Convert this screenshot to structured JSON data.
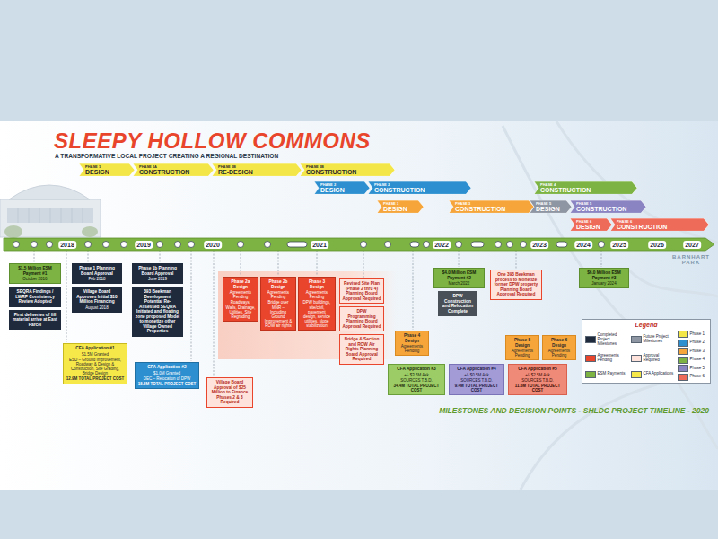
{
  "diagram": {
    "title": "SLEEPY HOLLOW COMMONS",
    "caption": "MILESTONES AND DECISION POINTS - SHLDC PROJECT TIMELINE - 2020",
    "nodes": [
      {
        "text": [
          "PHASE 1",
          "DESIGN"
        ]
      },
      {
        "text": [
          "PHASE 1A",
          "CONSTRUCTION"
        ]
      },
      {
        "text": [
          "PHASE 1B",
          "RE-DESIGN"
        ]
      },
      {
        "text": [
          "PHASE 1B",
          "CONSTRUCTION"
        ]
      },
      {
        "text": [
          "PHASE 2",
          "DESIGN"
        ]
      },
      {
        "text": [
          "PHASE 2",
          "CONSTRUCTION"
        ]
      },
      {
        "text": [
          "PHASE 3",
          "DESIGN"
        ]
      },
      {
        "text": [
          "PHASE 3",
          "CONSTRUCTION"
        ]
      },
      {
        "text": [
          "PHASE 4",
          "CONSTRUCTION"
        ]
      },
      {
        "text": [
          "PHASE 5",
          "DESIGN"
        ]
      },
      {
        "text": [
          "PHASE 5",
          "CONSTRUCTION"
        ]
      },
      {
        "text": [
          "PHASE 6",
          "DESIGN"
        ]
      },
      {
        "text": [
          "PHASE 6",
          "CONSTRUCTION"
        ]
      },
      {
        "text": [
          "$1.5 Million ESM Payment #1",
          "October 2016"
        ]
      },
      {
        "text": [
          "SEQRA Findings / LWRP Consistency Review Adopted"
        ]
      },
      {
        "text": [
          "First deliveries of fill material arrive at East Parcel"
        ]
      },
      {
        "text": [
          "Phase 1 Planning Board Approval",
          "Feb 2018"
        ]
      },
      {
        "text": [
          "Village Board Approves Initial $10 Million Financing",
          "August 2018"
        ]
      },
      {
        "text": [
          "Phase 1b Planning Board Approval",
          "June 2019"
        ]
      },
      {
        "text": [
          "393 Beekman Development Potential Re-Assessed SEQRA Initiated and floating zone proposed Model to monetize other Village Owned Properties"
        ]
      },
      {
        "text": [
          "CFA Application #1",
          "$1.5M Granted",
          "ESD – Ground Improvement, Roadway & Design & Construction, Site Grading, Bridge Design",
          "12.9M TOTAL PROJECT COST"
        ]
      },
      {
        "text": [
          "CFA Application #2",
          "$1.0M Granted",
          "DEC – Relocation of DPW",
          "15.5M TOTAL PROJECT COST"
        ]
      },
      {
        "text": [
          "Village Board Approval of $25 Million to Finance Phases 2 & 3 Required"
        ]
      },
      {
        "text": [
          "Phase 2a Design",
          "Agreements Pending",
          "Roadways, Walls, Drainage, Utilities, Site Regrading"
        ]
      },
      {
        "text": [
          "Phase 2b Design",
          "Agreements Pending",
          "Bridge over MNR – Including Ground Improvement & ROW air rights"
        ]
      },
      {
        "text": [
          "Phase 3 Design",
          "Agreements Pending",
          "DPW buildings, site/civil, pavement design, service utilities, slope stabilization"
        ]
      },
      {
        "text": [
          "Revised Site Plan (Phase 2 thru 4) Planning Board Approval Required"
        ]
      },
      {
        "text": [
          "DPW Programming Planning Board Approval Required"
        ]
      },
      {
        "text": [
          "Bridge & Section and ROW Air Rights Planning Board Approval Required"
        ]
      },
      {
        "text": [
          "Phase 4 Design",
          "Agreements Pending"
        ]
      },
      {
        "text": [
          "CFA Application #3",
          "+/- $3.5M Ask",
          "SOURCES T.B.D.",
          "34.4M TOTAL PROJECT COST"
        ]
      },
      {
        "text": [
          "$4.0 Million ESM Payment #2",
          "March 2022"
        ]
      },
      {
        "text": [
          "DPW Construction and Relocation Complete"
        ]
      },
      {
        "text": [
          "CFA Application #4",
          "+/- $0.5M Ask",
          "SOURCES T.B.D.",
          "9.4M TOTAL PROJECT COST"
        ]
      },
      {
        "text": [
          "One 393 Beekman process to Monetize former DPW property Planning Board Approval Required"
        ]
      },
      {
        "text": [
          "Phase 5 Design",
          "Agreements Pending"
        ]
      },
      {
        "text": [
          "Phase 6 Design",
          "Agreements Pending"
        ]
      },
      {
        "text": [
          "CFA Application #5",
          "+/- $2.5M Ask",
          "SOURCES T.B.D.",
          "11.6M TOTAL PROJECT COST"
        ]
      },
      {
        "text": [
          "$6.0 Million ESM Payment #3",
          "January 2024"
        ]
      },
      {
        "text": [
          "Legend"
        ]
      }
    ],
    "labels": [
      "A TRANSFORMATIVE LOCAL PROJECT CREATING A REGIONAL DESTINATION",
      "2018",
      "2019",
      "2020",
      "2021",
      "2022",
      "2023",
      "2024",
      "2025",
      "2026",
      "2027",
      "BARNHART PARK"
    ],
    "legend": [
      {
        "text": "Completed Project Milestones",
        "color": "#1f2a3c"
      },
      {
        "text": "Future Project Milestones",
        "color": "#8e96a3"
      },
      {
        "text": "Agreements Pending",
        "color": "#e8452c"
      },
      {
        "text": "Approval Required",
        "color": "#fde3dc"
      },
      {
        "text": "ESM Payments",
        "color": "#7cb342"
      },
      {
        "text": "CFA Applications",
        "color": "#f7e84a"
      },
      {
        "text": "Phase 1",
        "color": "#f3e649"
      },
      {
        "text": "Phase 2",
        "color": "#2d8fcf"
      },
      {
        "text": "Phase 3",
        "color": "#f5a53a"
      },
      {
        "text": "Phase 4",
        "color": "#7cb342"
      },
      {
        "text": "Phase 5",
        "color": "#8a84c2"
      },
      {
        "text": "Phase 6",
        "color": "#ee6b5a"
      }
    ]
  }
}
